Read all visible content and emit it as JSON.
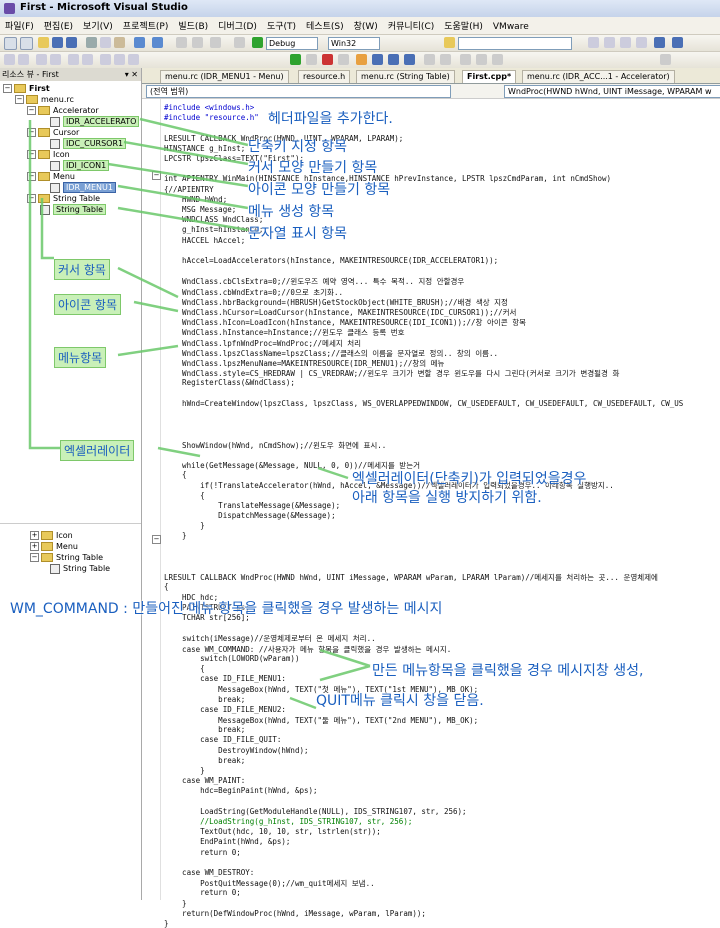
{
  "window": {
    "title": "First - Microsoft Visual Studio"
  },
  "menu": [
    "파일(F)",
    "편집(E)",
    "보기(V)",
    "프로젝트(P)",
    "빌드(B)",
    "디버그(D)",
    "도구(T)",
    "테스트(S)",
    "창(W)",
    "커뮤니티(C)",
    "도움말(H)",
    "VMware"
  ],
  "toolbar": {
    "config": "Debug",
    "platform": "Win32"
  },
  "resource_view": {
    "header": "리소스 뷰 - First",
    "pin": "▾ ✕",
    "tree": {
      "root": "First",
      "rc": "menu.rc",
      "accel_folder": "Accelerator",
      "accel_item": "IDR_ACCELERATO",
      "cursor_folder": "Cursor",
      "cursor_item": "IDC_CURSOR1",
      "icon_folder": "Icon",
      "icon_item": "IDI_ICON1",
      "menu_folder": "Menu",
      "menu_item": "IDR_MENU1",
      "string_folder": "String Table",
      "string_item": "String Table"
    },
    "tree2": {
      "icon": "Icon",
      "menu": "Menu",
      "string_folder": "String Table",
      "string_item": "String Table"
    }
  },
  "tabs": [
    "menu.rc (IDR_MENU1 - Menu)",
    "resource.h",
    "menu.rc (String Table)",
    "First.cpp*",
    "menu.rc (IDR_ACC...1 - Accelerator)"
  ],
  "combos": {
    "scope": "(전역 범위)",
    "func": "WndProc(HWND hWnd, UINT iMessage, WPARAM w"
  },
  "code": [
    "#include <windows.h>",
    "#include \"resource.h\"",
    "",
    "LRESULT CALLBACK WndProc(HWND, UINT, WPARAM, LPARAM);",
    "HINSTANCE g_hInst;",
    "LPCSTR lpszClass=TEXT(\"First\");",
    "",
    "int APIENTRY WinMain(HINSTANCE hInstance,HINSTANCE hPrevInstance, LPSTR lpszCmdParam, int nCmdShow)",
    "{//APIENTRY",
    "    HWND hWnd;",
    "    MSG Message;",
    "    WNDCLASS WndClass;",
    "    g_hInst=hInstance;",
    "    HACCEL hAccel;",
    "",
    "    hAccel=LoadAccelerators(hInstance, MAKEINTRESOURCE(IDR_ACCELERATOR1));",
    "",
    "    WndClass.cbClsExtra=0;//윈도우즈 예약 영역... 특수 목적.. 지정 안할경우",
    "    WndClass.cbWndExtra=0;//0으로 초기화..",
    "    WndClass.hbrBackground=(HBRUSH)GetStockObject(WHITE_BRUSH);//배경 색상 지정",
    "    WndClass.hCursor=LoadCursor(hInstance, MAKEINTRESOURCE(IDC_CURSOR1));//커서",
    "    WndClass.hIcon=LoadIcon(hInstance, MAKEINTRESOURCE(IDI_ICON1));//창 아이콘 항목",
    "    WndClass.hInstance=hInstance;//윈도우 클래스 등록 번호",
    "    WndClass.lpfnWndProc=WndProc;//메세지 처리",
    "    WndClass.lpszClassName=lpszClass;//클래스의 이름을 문자열로 정의.. 창의 이름..",
    "    WndClass.lpszMenuName=MAKEINTRESOURCE(IDR_MENU1);//창의 메뉴",
    "    WndClass.style=CS_HREDRAW | CS_VREDRAW;//윈도우 크기가 변할 경우 윈도우를 다시 그린다(커서로 크기가 변경될경 화",
    "    RegisterClass(&WndClass);",
    "",
    "    hWnd=CreateWindow(lpszClass, lpszClass, WS_OVERLAPPEDWINDOW, CW_USEDEFAULT, CW_USEDEFAULT, CW_USEDEFAULT, CW_US",
    "",
    "",
    "",
    "    ShowWindow(hWnd, nCmdShow);//윈도우 화면에 표시..",
    "",
    "    while(GetMessage(&Message, NULL, 0, 0))//메세지를 받는거",
    "    {",
    "        if(!TranslateAccelerator(hWnd, hAccel, &Message))//엑셀러레이터가 입력되었을경우.. 아래항목 실행방지..",
    "        {",
    "            TranslateMessage(&Message);",
    "            DispatchMessage(&Message);",
    "        }",
    "    }",
    "",
    "",
    "",
    "LRESULT CALLBACK WndProc(HWND hWnd, UINT iMessage, WPARAM wParam, LPARAM lParam)//메세지를 처리하는 곳... 운영체제에",
    "{",
    "    HDC hdc;",
    "    PAINTSTRUCT ps;",
    "    TCHAR str[256];",
    "",
    "    switch(iMessage)//운영체제로부터 온 메세지 처리..",
    "    case WM_COMMAND: //사용자가 메뉴 항목을 클릭했을 경우 발생하는 메시지.",
    "        switch(LOWORD(wParam))",
    "        {",
    "        case ID_FILE_MENU1:",
    "            MessageBox(hWnd, TEXT(\"첫 메뉴\"), TEXT(\"1st MENU\"), MB_OK);",
    "            break;",
    "        case ID_FILE_MENU2:",
    "            MessageBox(hWnd, TEXT(\"둘 메뉴\"), TEXT(\"2nd MENU\"), MB_OK);",
    "            break;",
    "        case ID_FILE_QUIT:",
    "            DestroyWindow(hWnd);",
    "            break;",
    "        }",
    "    case WM_PAINT:",
    "        hdc=BeginPaint(hWnd, &ps);",
    "",
    "        LoadString(GetModuleHandle(NULL), IDS_STRING107, str, 256);",
    "        //LoadString(g_hInst, IDS_STRING107, str, 256);",
    "        TextOut(hdc, 10, 10, str, lstrlen(str));",
    "        EndPaint(hWnd, &ps);",
    "        return 0;",
    "",
    "    case WM_DESTROY:",
    "        PostQuitMessage(0);//wm_quit메세지 보냄..",
    "        return 0;",
    "    }",
    "    return(DefWindowProc(hWnd, iMessage, wParam, lParam));",
    "}"
  ],
  "annotations": {
    "header": "헤더파일을 추가한다.",
    "accel": "단축키 지정 항목",
    "cursor": "커서 모양 만들기 항목",
    "icon": "아이콘 모양 만들기 항목",
    "menu": "메뉴 생성 항목",
    "string": "문자열 표시 항목",
    "cursor_label": "커서 항목",
    "icon_label": "아이콘 항목",
    "menu_label": "메뉴항목",
    "accel_label": "엑셀러레이터",
    "accel_note1": "엑셀러레이터(단축키)가 입력되었을경우",
    "accel_note2": "아래 항목을 실행 방지하기 위함.",
    "wm_command": "WM_COMMAND : 만들어진 메뉴 항목을 클릭했을 경우 발생하는 메시지",
    "menu_click": "만든 메뉴항목을 클릭했을 경우 메시지창 생성,",
    "quit_note": "QUIT메뉴 클릭시 창을 닫음."
  }
}
